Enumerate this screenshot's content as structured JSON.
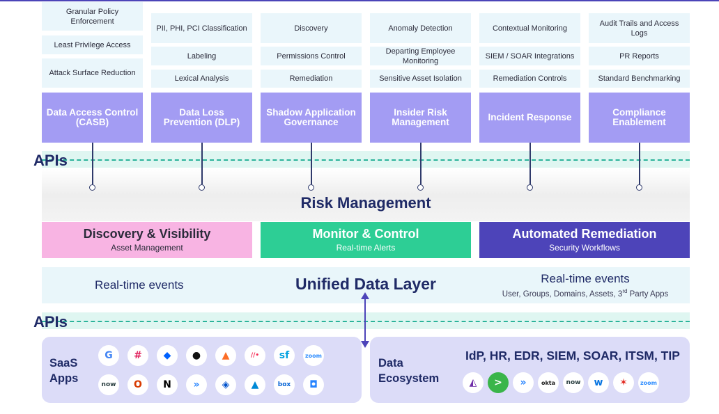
{
  "capabilities": [
    {
      "features": [
        "Granular Policy Enforcement",
        "Least Privilege Access",
        "Attack Surface Reduction"
      ],
      "title": "Data Access Control (CASB)"
    },
    {
      "features": [
        "PII, PHI, PCI Classification",
        "Labeling",
        "Lexical Analysis"
      ],
      "title": "Data Loss Prevention (DLP)"
    },
    {
      "features": [
        "Discovery",
        "Permissions Control",
        "Remediation"
      ],
      "title": "Shadow Application Governance"
    },
    {
      "features": [
        "Anomaly Detection",
        "Departing Employee Monitoring",
        "Sensitive Asset Isolation"
      ],
      "title": "Insider Risk Management"
    },
    {
      "features": [
        "Contextual Monitoring",
        "SIEM / SOAR Integrations",
        "Remediation Controls"
      ],
      "title": "Incident Response"
    },
    {
      "features": [
        "Audit Trails and Access Logs",
        "PR Reports",
        "Standard Benchmarking"
      ],
      "title": "Compliance Enablement"
    }
  ],
  "apis_label": "APIs",
  "risk_management": "Risk Management",
  "pillars": [
    {
      "title": "Discovery & Visibility",
      "subtitle": "Asset Management",
      "color": "#f8b4e3",
      "text_color": "#2b2b3a"
    },
    {
      "title": "Monitor & Control",
      "subtitle": "Real-time Alerts",
      "color": "#2dce95",
      "text_color": "#ffffff"
    },
    {
      "title": "Automated Remediation",
      "subtitle": "Security Workflows",
      "color": "#4d44b9",
      "text_color": "#ffffff"
    }
  ],
  "unified_layer": {
    "title": "Unified Data Layer",
    "left": "Real-time events",
    "right_title": "Real-time events",
    "right_sub_pre": "User, Groups, Domains, Assets, 3",
    "right_sub_sup": "rd",
    "right_sub_post": " Party Apps"
  },
  "saas": {
    "label": "SaaS Apps",
    "icons": [
      {
        "name": "google-icon",
        "glyph": "G",
        "color": "#4285f4"
      },
      {
        "name": "slack-icon",
        "glyph": "#",
        "color": "#e01e5a"
      },
      {
        "name": "dropbox-icon",
        "glyph": "◆",
        "color": "#0061ff"
      },
      {
        "name": "github-icon",
        "glyph": "●",
        "color": "#111111"
      },
      {
        "name": "gitlab-icon",
        "glyph": "▲",
        "color": "#fc6d26"
      },
      {
        "name": "monday-icon",
        "glyph": "//•",
        "color": "#f62b54"
      },
      {
        "name": "salesforce-icon",
        "glyph": "sf",
        "color": "#00a1e0"
      },
      {
        "name": "zoom-icon",
        "glyph": "zoom",
        "color": "#2d8cff"
      },
      {
        "name": "servicenow-icon",
        "glyph": "now",
        "color": "#293e40"
      },
      {
        "name": "office-icon",
        "glyph": "O",
        "color": "#d83b01"
      },
      {
        "name": "notion-icon",
        "glyph": "N",
        "color": "#000000"
      },
      {
        "name": "jira-icon",
        "glyph": "»",
        "color": "#2684ff"
      },
      {
        "name": "confluence-icon",
        "glyph": "◈",
        "color": "#0052cc"
      },
      {
        "name": "azure-icon",
        "glyph": "▲",
        "color": "#0089d6"
      },
      {
        "name": "box-icon",
        "glyph": "box",
        "color": "#0061d5"
      },
      {
        "name": "bitbucket-icon",
        "glyph": "◘",
        "color": "#2684ff"
      }
    ]
  },
  "data_ecosystem": {
    "label": "Data Ecosystem",
    "title": "IdP, HR, EDR, SIEM, SOAR, ITSM, TIP",
    "icons": [
      {
        "name": "dynatrace-icon",
        "glyph": "◭",
        "color": "#6f2da8"
      },
      {
        "name": "powershell-icon",
        "glyph": ">",
        "color": "#ffffff",
        "bg": "#3ab54a"
      },
      {
        "name": "jira-icon",
        "glyph": "»",
        "color": "#2684ff"
      },
      {
        "name": "okta-icon",
        "glyph": "okta",
        "color": "#1a1a1a"
      },
      {
        "name": "servicenow-icon",
        "glyph": "now",
        "color": "#293e40"
      },
      {
        "name": "workday-icon",
        "glyph": "w",
        "color": "#0875e1"
      },
      {
        "name": "crowdstrike-icon",
        "glyph": "✶",
        "color": "#e2231a"
      },
      {
        "name": "zoom-icon",
        "glyph": "zoom",
        "color": "#2d8cff"
      }
    ]
  }
}
